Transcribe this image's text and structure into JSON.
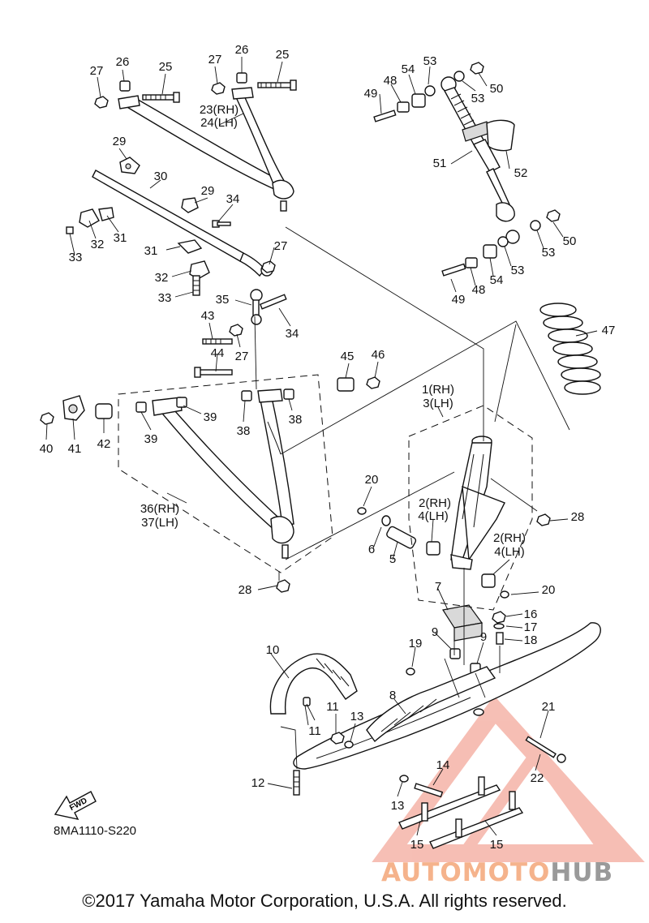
{
  "diagram": {
    "callouts": [
      {
        "id": "c27a",
        "text": "27"
      },
      {
        "id": "c26a",
        "text": "26"
      },
      {
        "id": "c25a",
        "text": "25"
      },
      {
        "id": "c27b",
        "text": "27"
      },
      {
        "id": "c26b",
        "text": "26"
      },
      {
        "id": "c25b",
        "text": "25"
      },
      {
        "id": "c23",
        "text": "23(RH)"
      },
      {
        "id": "c24",
        "text": "24(LH)"
      },
      {
        "id": "c29a",
        "text": "29"
      },
      {
        "id": "c30",
        "text": "30"
      },
      {
        "id": "c29b",
        "text": "29"
      },
      {
        "id": "c34a",
        "text": "34"
      },
      {
        "id": "c32a",
        "text": "32"
      },
      {
        "id": "c31a",
        "text": "31"
      },
      {
        "id": "c33a",
        "text": "33"
      },
      {
        "id": "c31b",
        "text": "31"
      },
      {
        "id": "c27c",
        "text": "27"
      },
      {
        "id": "c32b",
        "text": "32"
      },
      {
        "id": "c33b",
        "text": "33"
      },
      {
        "id": "c35",
        "text": "35"
      },
      {
        "id": "c34b",
        "text": "34"
      },
      {
        "id": "c43",
        "text": "43"
      },
      {
        "id": "c44",
        "text": "44"
      },
      {
        "id": "c27d",
        "text": "27"
      },
      {
        "id": "c45",
        "text": "45"
      },
      {
        "id": "c46",
        "text": "46"
      },
      {
        "id": "c39a",
        "text": "39"
      },
      {
        "id": "c38a",
        "text": "38"
      },
      {
        "id": "c38b",
        "text": "38"
      },
      {
        "id": "c40",
        "text": "40"
      },
      {
        "id": "c41",
        "text": "41"
      },
      {
        "id": "c42",
        "text": "42"
      },
      {
        "id": "c39b",
        "text": "39"
      },
      {
        "id": "c36",
        "text": "36(RH)"
      },
      {
        "id": "c37",
        "text": "37(LH)"
      },
      {
        "id": "c28a",
        "text": "28"
      },
      {
        "id": "c53a",
        "text": "53"
      },
      {
        "id": "c54a",
        "text": "54"
      },
      {
        "id": "c48a",
        "text": "48"
      },
      {
        "id": "c49a",
        "text": "49"
      },
      {
        "id": "c50a",
        "text": "50"
      },
      {
        "id": "c53b",
        "text": "53"
      },
      {
        "id": "c51",
        "text": "51"
      },
      {
        "id": "c52",
        "text": "52"
      },
      {
        "id": "c50b",
        "text": "50"
      },
      {
        "id": "c53c",
        "text": "53"
      },
      {
        "id": "c53d",
        "text": "53"
      },
      {
        "id": "c54b",
        "text": "54"
      },
      {
        "id": "c48b",
        "text": "48"
      },
      {
        "id": "c49b",
        "text": "49"
      },
      {
        "id": "c47",
        "text": "47"
      },
      {
        "id": "c1",
        "text": "1(RH)"
      },
      {
        "id": "c3",
        "text": "3(LH)"
      },
      {
        "id": "c20a",
        "text": "20"
      },
      {
        "id": "c2a",
        "text": "2(RH)"
      },
      {
        "id": "c4a",
        "text": "4(LH)"
      },
      {
        "id": "c28b",
        "text": "28"
      },
      {
        "id": "c6",
        "text": "6"
      },
      {
        "id": "c5",
        "text": "5"
      },
      {
        "id": "c2b",
        "text": "2(RH)"
      },
      {
        "id": "c4b",
        "text": "4(LH)"
      },
      {
        "id": "c20b",
        "text": "20"
      },
      {
        "id": "c7",
        "text": "7"
      },
      {
        "id": "c16",
        "text": "16"
      },
      {
        "id": "c17",
        "text": "17"
      },
      {
        "id": "c18",
        "text": "18"
      },
      {
        "id": "c9a",
        "text": "9"
      },
      {
        "id": "c9b",
        "text": "9"
      },
      {
        "id": "c19",
        "text": "19"
      },
      {
        "id": "c10",
        "text": "10"
      },
      {
        "id": "c8",
        "text": "8"
      },
      {
        "id": "c21",
        "text": "21"
      },
      {
        "id": "c11a",
        "text": "11"
      },
      {
        "id": "c13a",
        "text": "13"
      },
      {
        "id": "c11b",
        "text": "11"
      },
      {
        "id": "c14",
        "text": "14"
      },
      {
        "id": "c22",
        "text": "22"
      },
      {
        "id": "c12",
        "text": "12"
      },
      {
        "id": "c13b",
        "text": "13"
      },
      {
        "id": "c15a",
        "text": "15"
      },
      {
        "id": "c15b",
        "text": "15"
      }
    ],
    "fwd_label": "FWD",
    "reference_code": "8MA1110-S220"
  },
  "watermark": {
    "part1": "AUTOMOTO",
    "part2": "HUB",
    "color_accent": "#f2a27a",
    "color_gray": "#9a9a9a"
  },
  "copyright": "©2017 Yamaha Motor Corporation, U.S.A. All rights reserved."
}
